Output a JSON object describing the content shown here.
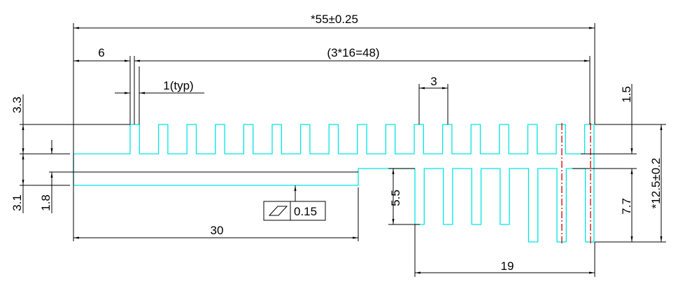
{
  "drawing": {
    "dimensions": {
      "overall_width": "*55±0.25",
      "first_offset": "6",
      "fin_span": "(3*16=48)",
      "fin_thickness": "1(typ)",
      "fin_pitch": "3",
      "top_fin_height": "3.3",
      "base_thickness": "3.1",
      "groove_depth": "1.8",
      "center_slab": "1.5",
      "overall_height": "*12.5±0.2",
      "long_fin_height": "7.7",
      "short_fin_height": "5.5",
      "base_length": "30",
      "lower_fin_span": "19"
    },
    "flatness_tolerance": {
      "symbol": "flatness-icon",
      "value": "0.15"
    },
    "colors": {
      "profile": "#00e5e5",
      "centerline": "#d00000",
      "dimension": "#000000"
    }
  }
}
